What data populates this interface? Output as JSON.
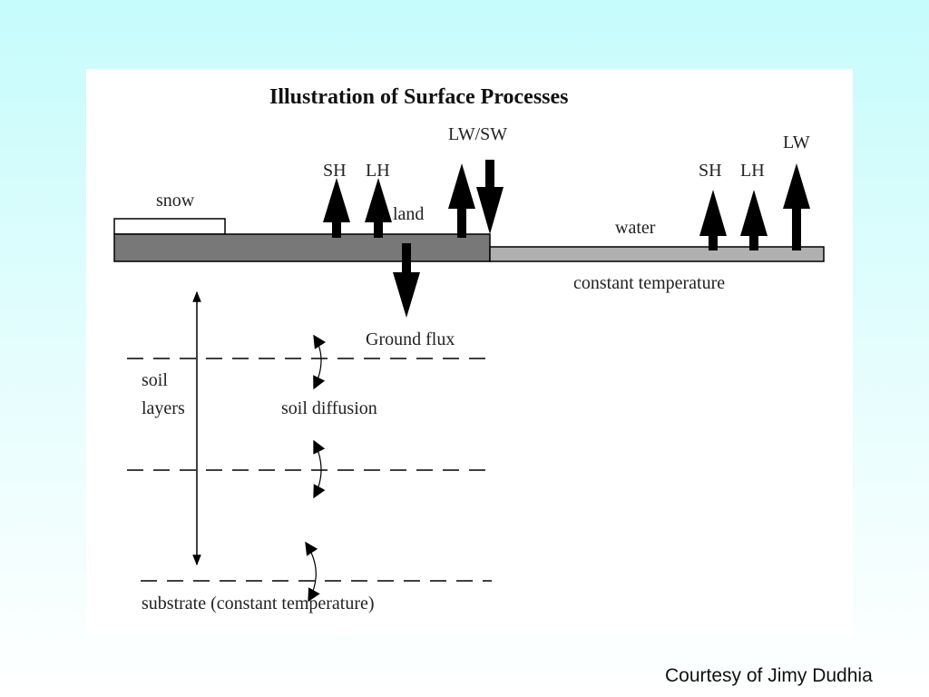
{
  "title": "Illustration of Surface Processes",
  "labels": {
    "lwsw": "LW/SW",
    "lw": "LW",
    "sh_land": "SH",
    "lh_land": "LH",
    "sh_water": "SH",
    "lh_water": "LH",
    "snow": "snow",
    "land": "land",
    "water": "water",
    "constant_temperature": "constant temperature",
    "ground_flux": "Ground flux",
    "soil": "soil",
    "layers": "layers",
    "soil_diffusion": "soil diffusion",
    "substrate": "substrate (constant temperature)"
  },
  "credit": "Courtesy of Jimy Dudhia",
  "colors": {
    "land": "#787878",
    "water": "#b0b0b0",
    "background_top": "#c6fcfc"
  }
}
